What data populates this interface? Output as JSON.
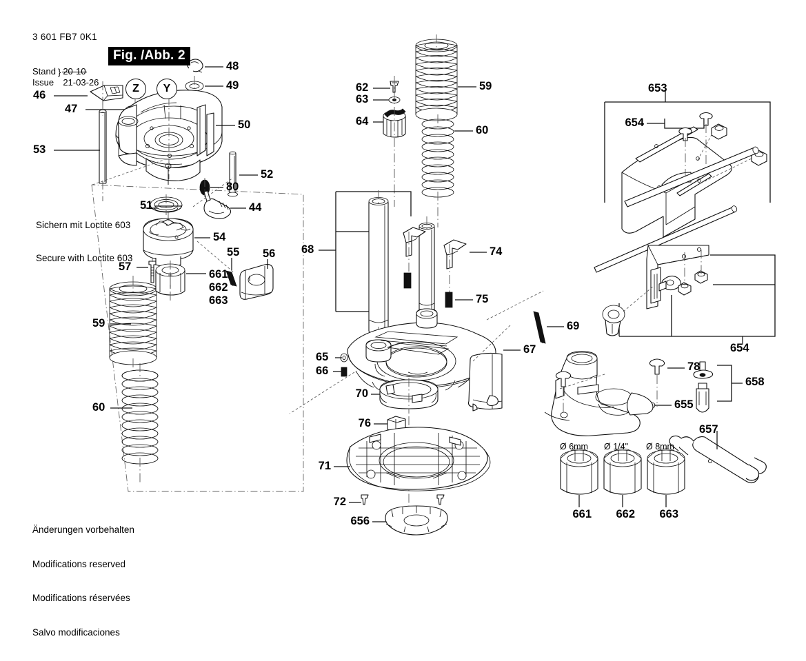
{
  "sheet": {
    "doc_number": "3 601 FB7 0K1",
    "figure_badge": "Fig. /Abb. 2",
    "revision": {
      "label_de": "Stand",
      "label_en": "Issue",
      "date_struck": "20-10",
      "date_current": "21-03-26"
    },
    "notes": {
      "loctite_de": "Sichern mit Loctite 603",
      "loctite_en": "Secure with Loctite 603",
      "footer": [
        "Änderungen vorbehalten",
        "Modifications reserved",
        "Modifications réservées",
        "Salvo modificaciones"
      ]
    }
  },
  "reference_letters": [
    {
      "id": "Z",
      "label": "Z"
    },
    {
      "id": "Y",
      "label": "Y"
    }
  ],
  "collet_dimensions": [
    {
      "part": "661",
      "label": "Ø 6mm"
    },
    {
      "part": "662",
      "label": "Ø 1/4\""
    },
    {
      "part": "663",
      "label": "Ø 8mm"
    }
  ],
  "callouts": [
    {
      "id": "c46",
      "label": "46"
    },
    {
      "id": "c53",
      "label": "53"
    },
    {
      "id": "c47",
      "label": "47"
    },
    {
      "id": "c48",
      "label": "48"
    },
    {
      "id": "c49",
      "label": "49"
    },
    {
      "id": "c50",
      "label": "50"
    },
    {
      "id": "c52",
      "label": "52"
    },
    {
      "id": "c80",
      "label": "80"
    },
    {
      "id": "c44",
      "label": "44"
    },
    {
      "id": "c51",
      "label": "51"
    },
    {
      "id": "c54",
      "label": "54"
    },
    {
      "id": "c55",
      "label": "55"
    },
    {
      "id": "c56",
      "label": "56"
    },
    {
      "id": "c57",
      "label": "57"
    },
    {
      "id": "c661",
      "label": "661"
    },
    {
      "id": "c662",
      "label": "662"
    },
    {
      "id": "c663",
      "label": "663"
    },
    {
      "id": "c59l",
      "label": "59"
    },
    {
      "id": "c60l",
      "label": "60"
    },
    {
      "id": "c62",
      "label": "62"
    },
    {
      "id": "c63",
      "label": "63"
    },
    {
      "id": "c64",
      "label": "64"
    },
    {
      "id": "c59r",
      "label": "59"
    },
    {
      "id": "c60r",
      "label": "60"
    },
    {
      "id": "c68",
      "label": "68"
    },
    {
      "id": "c74",
      "label": "74"
    },
    {
      "id": "c75",
      "label": "75"
    },
    {
      "id": "c69",
      "label": "69"
    },
    {
      "id": "c65",
      "label": "65"
    },
    {
      "id": "c66",
      "label": "66"
    },
    {
      "id": "c67",
      "label": "67"
    },
    {
      "id": "c70",
      "label": "70"
    },
    {
      "id": "c76",
      "label": "76"
    },
    {
      "id": "c71",
      "label": "71"
    },
    {
      "id": "c72",
      "label": "72"
    },
    {
      "id": "c656",
      "label": "656"
    },
    {
      "id": "c653",
      "label": "653"
    },
    {
      "id": "c654a",
      "label": "654"
    },
    {
      "id": "c654b",
      "label": "654"
    },
    {
      "id": "c78",
      "label": "78"
    },
    {
      "id": "c655",
      "label": "655"
    },
    {
      "id": "c658",
      "label": "658"
    },
    {
      "id": "c657",
      "label": "657"
    },
    {
      "id": "c661b",
      "label": "661"
    },
    {
      "id": "c662b",
      "label": "662"
    },
    {
      "id": "c663b",
      "label": "663"
    }
  ],
  "colors": {
    "ink": "#111111",
    "paper": "#ffffff",
    "badge_bg": "#000000",
    "badge_fg": "#ffffff"
  }
}
